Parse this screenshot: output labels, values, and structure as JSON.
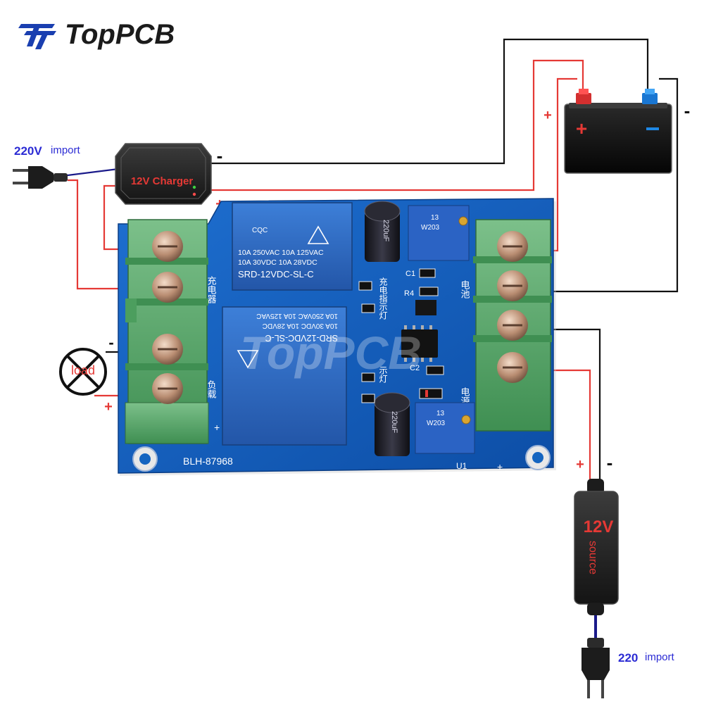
{
  "brand": {
    "name": "TopPCB",
    "watermark": "TopPCB"
  },
  "labels": {
    "input_220v_value": "220V",
    "input_220v_unit": "import",
    "charger": "12V Charger",
    "load": "load",
    "source_voltage": "12V",
    "source_word": "source",
    "input_220_value": "220",
    "input_220_unit": "import",
    "plus": "+",
    "minus": "-"
  },
  "board": {
    "model": "BLH-87968",
    "relay_top": {
      "brand": "CQC",
      "rating1": "10A 250VAC  10A 125VAC",
      "rating2": "10A  30VDC  10A 28VDC",
      "part": "SRD-12VDC-SL-C"
    },
    "relay_bottom": {
      "part": "SRD-12VDC-SL-C",
      "rating1": "10A  30VDC  10A 28VDC",
      "rating2": "10A 250VAC  10A 125VAC"
    },
    "silk_left_top": "充电器",
    "silk_left_bottom": "负载",
    "silk_mid": "充电指示灯",
    "silk_mid2": "示灯",
    "silk_right_top": "电池",
    "silk_right_bottom": "电源",
    "cap_top": "220uF",
    "cap_bottom": "220uF",
    "pot_code": "W203",
    "pot_num": "13",
    "ref_c1": "C1",
    "ref_c2": "C2",
    "ref_r4": "R4",
    "ref_u1": "U1"
  },
  "colors": {
    "board": "#1565c0",
    "terminal": "#5aa86a",
    "positive_wire": "#e53935",
    "negative_wire": "#111111",
    "label_blue": "#2b2bd4"
  }
}
